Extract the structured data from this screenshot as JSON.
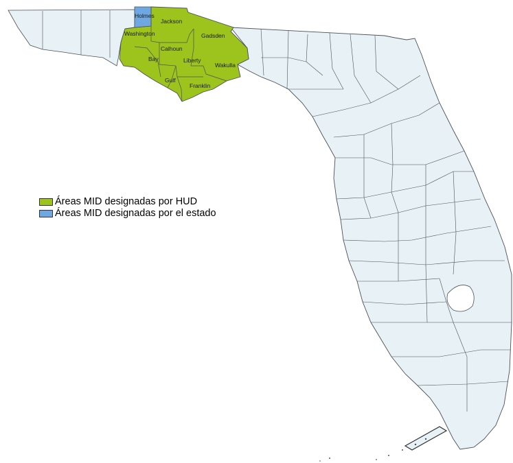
{
  "colors": {
    "background": "#ffffff",
    "state_fill": "#e8f1f6",
    "county_line": "#4a5058",
    "hud_fill": "#9dc31d",
    "state_fill_mid": "#6fa8e0"
  },
  "counties": {
    "holmes": "Holmes",
    "jackson": "Jackson",
    "washington": "Washington",
    "gadsden": "Gadsden",
    "calhoun": "Calhoun",
    "bay": "Bay",
    "liberty": "Liberty",
    "wakulla": "Wakulla",
    "gulf": "Gulf",
    "franklin": "Franklin"
  },
  "legend": {
    "hud_label": "Áreas MID designadas por HUD",
    "state_label": "Áreas MID designadas por el estado"
  }
}
